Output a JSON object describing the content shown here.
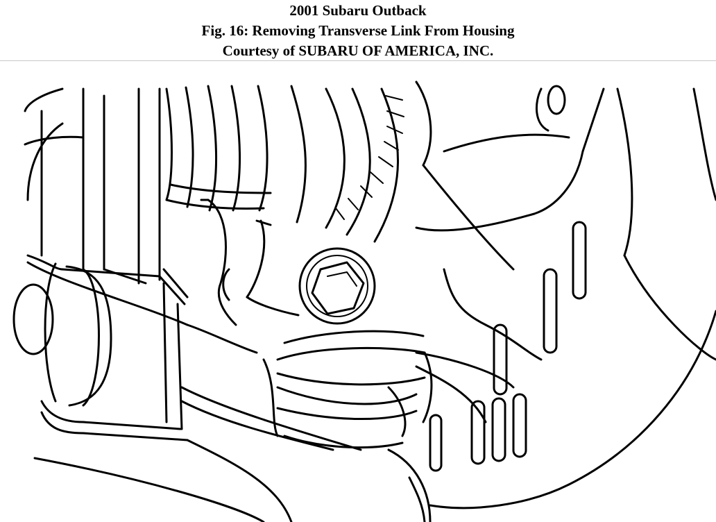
{
  "header": {
    "vehicle": "2001 Subaru Outback",
    "figure_caption": "Fig. 16: Removing Transverse Link From Housing",
    "courtesy": "Courtesy of SUBARU OF AMERICA, INC."
  }
}
